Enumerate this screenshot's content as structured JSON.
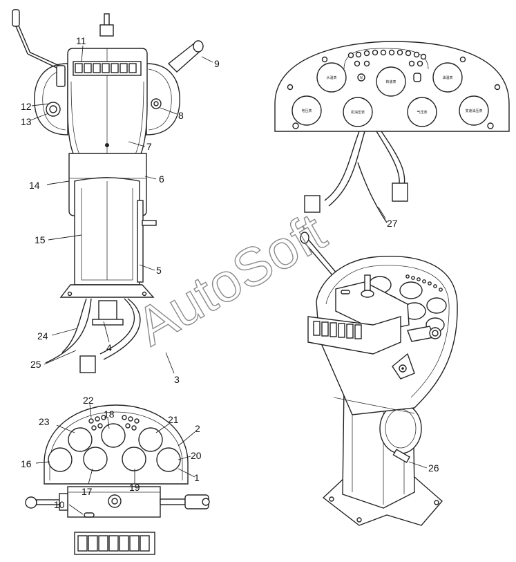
{
  "figure": {
    "watermark": "AutoSoft",
    "callouts": {
      "c1": "1",
      "c2": "2",
      "c3": "3",
      "c4": "4",
      "c5": "5",
      "c6": "6",
      "c7": "7",
      "c8": "8",
      "c9": "9",
      "c10": "10",
      "c11": "11",
      "c12": "12",
      "c13": "13",
      "c14": "14",
      "c15": "15",
      "c16": "16",
      "c17": "17",
      "c18": "18",
      "c19": "19",
      "c20": "20",
      "c21": "21",
      "c22": "22",
      "c23": "23",
      "c24": "24",
      "c25": "25",
      "c26": "26",
      "c27": "27"
    },
    "gauge_labels": {
      "g1": "水温表",
      "g2": "转速表",
      "g3": "油温表",
      "g4": "电压表",
      "g5": "机油压表",
      "g6": "气压表",
      "g7": "变速油压表"
    },
    "indicator_letter": "N",
    "icons": [
      "gear-shift-lever-icon",
      "joystick-knob-icon",
      "switch-button-icon",
      "indicator-lamp-icon",
      "ignition-key-icon"
    ]
  }
}
